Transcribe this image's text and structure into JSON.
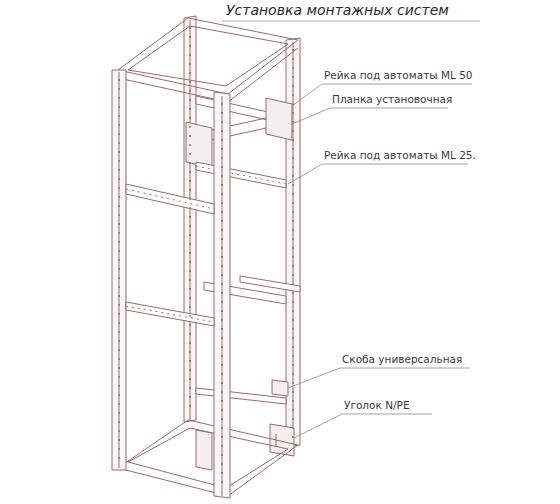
{
  "diagram": {
    "title": "Установка монтажных систем",
    "labels": [
      "Рейка под автоматы ML 50",
      "Планка установочная",
      "Рейка под автоматы ML 25.",
      "Скоба универсальная",
      "Уголок N/PE"
    ]
  }
}
